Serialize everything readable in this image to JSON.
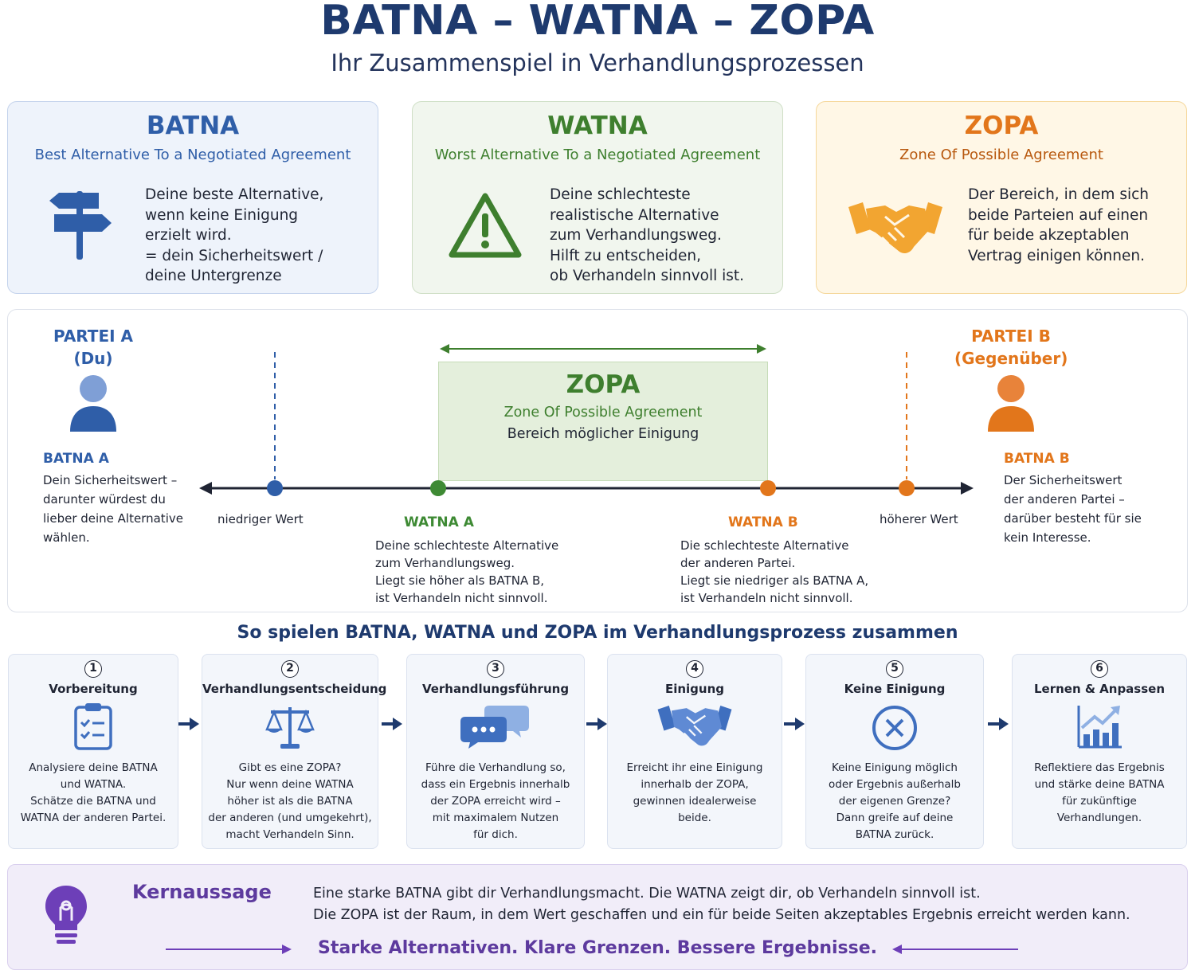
{
  "header": {
    "title": "BATNA – WATNA – ZOPA",
    "subtitle": "Ihr Zusammenspiel in Verhandlungsprozessen"
  },
  "cards": {
    "batna": {
      "heading": "BATNA",
      "subheading": "Best Alternative To a Negotiated Agreement",
      "text": "Deine beste Alternative,\nwenn keine Einigung\nerzielt wird.\n= dein Sicherheitswert /\ndeine Untergrenze",
      "icon": "signpost-icon",
      "color": "#2f5ea8"
    },
    "watna": {
      "heading": "WATNA",
      "subheading": "Worst Alternative To a Negotiated Agreement",
      "text": "Deine schlechteste\nrealistische Alternative\nzum Verhandlungsweg.\nHilft zu entscheiden,\nob Verhandeln sinnvoll ist.",
      "icon": "warning-icon",
      "color": "#3e7f2e"
    },
    "zopa": {
      "heading": "ZOPA",
      "subheading": "Zone Of Possible Agreement",
      "text": "Der Bereich, in dem sich\nbeide Parteien auf einen\nfür beide akzeptablen\nVertrag einigen können.",
      "icon": "handshake-icon",
      "color": "#e2761b"
    }
  },
  "diagram": {
    "party_a": {
      "title": "PARTEI A",
      "sub": "(Du)",
      "color": "#2f5ea8"
    },
    "party_b": {
      "title": "PARTEI B",
      "sub": "(Gegenüber)",
      "color": "#e2761b"
    },
    "batna_a": {
      "label": "BATNA A",
      "text": "Dein Sicherheitswert –\ndarunter würdest du\nlieber deine Alternative\nwählen."
    },
    "batna_b": {
      "label": "BATNA B",
      "text": "Der Sicherheitswert\nder anderen Partei –\ndarüber besteht für sie\nkein Interesse."
    },
    "low_value": "niedriger Wert",
    "high_value": "höherer Wert",
    "zopa": {
      "heading": "ZOPA",
      "sub1": "Zone Of Possible Agreement",
      "sub2": "Bereich möglicher Einigung"
    },
    "watna_a": {
      "label": "WATNA A",
      "text": "Deine schlechteste Alternative\nzum Verhandlungsweg.\nLiegt sie höher als BATNA B,\nist Verhandeln nicht sinnvoll."
    },
    "watna_b": {
      "label": "WATNA B",
      "text": "Die schlechteste Alternative\nder anderen Partei.\nLiegt sie niedriger als BATNA A,\nist Verhandeln nicht sinnvoll."
    }
  },
  "process": {
    "title": "So spielen BATNA, WATNA und ZOPA im Verhandlungsprozess zusammen",
    "steps": [
      {
        "num": "1",
        "title": "Vorbereitung",
        "text": "Analysiere deine BATNA\nund WATNA.\nSchätze die BATNA und\nWATNA der anderen Partei.",
        "icon": "clipboard-checklist-icon"
      },
      {
        "num": "2",
        "title": "Verhandlungsentscheidung",
        "text": "Gibt es eine ZOPA?\nNur wenn deine WATNA\nhöher ist als die BATNA\nder anderen (und umgekehrt),\nmacht Verhandeln Sinn.",
        "icon": "scales-icon"
      },
      {
        "num": "3",
        "title": "Verhandlungsführung",
        "text": "Führe die Verhandlung so,\ndass ein Ergebnis innerhalb\nder ZOPA erreicht wird –\nmit maximalem Nutzen\nfür dich.",
        "icon": "chat-bubbles-icon"
      },
      {
        "num": "4",
        "title": "Einigung",
        "text": "Erreicht ihr eine Einigung\ninnerhalb der ZOPA,\ngewinnen idealerweise\nbeide.",
        "icon": "handshake-icon"
      },
      {
        "num": "5",
        "title": "Keine Einigung",
        "text": "Keine Einigung möglich\noder Ergebnis außerhalb\nder eigenen Grenze?\nDann greife auf deine\nBATNA zurück.",
        "icon": "x-circle-icon"
      },
      {
        "num": "6",
        "title": "Lernen & Anpassen",
        "text": "Reflektiere das Ergebnis\nund stärke deine BATNA\nfür zukünftige\nVerhandlungen.",
        "icon": "growth-chart-icon"
      }
    ]
  },
  "key_message": {
    "heading": "Kernaussage",
    "line1": "Eine starke BATNA gibt dir Verhandlungsmacht. Die WATNA zeigt dir, ob Verhandeln sinnvoll ist.",
    "line2": "Die ZOPA ist der Raum, in dem Wert geschaffen und ein für beide Seiten akzeptables Ergebnis erreicht werden kann.",
    "slogan": "Starke Alternativen. Klare Grenzen. Bessere Ergebnisse.",
    "icon": "lightbulb-icon",
    "color": "#5d3a9e"
  }
}
